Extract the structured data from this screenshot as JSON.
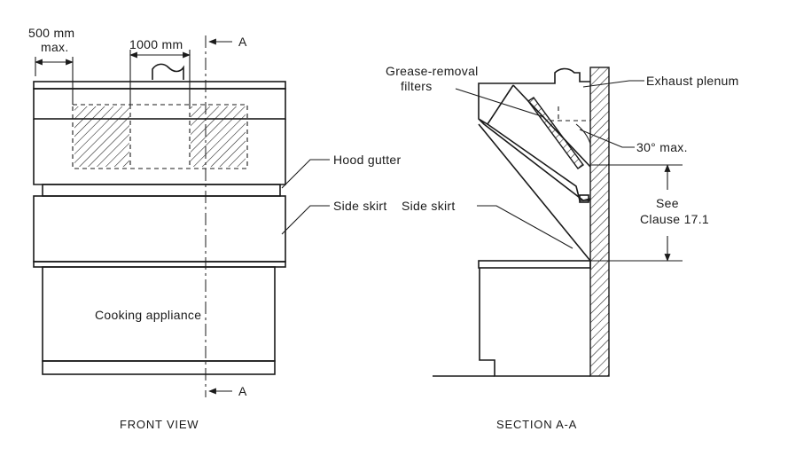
{
  "front_view": {
    "caption": "FRONT VIEW",
    "dim_500": "500 mm",
    "dim_500_max": "max.",
    "dim_1000": "1000 mm",
    "section_marker": "A",
    "hood_gutter": "Hood gutter",
    "side_skirt": "Side skirt",
    "appliance": "Cooking appliance"
  },
  "section_view": {
    "caption": "SECTION A-A",
    "grease_filters_line1": "Grease-removal",
    "grease_filters_line2": "filters",
    "exhaust_plenum": "Exhaust plenum",
    "angle": "30° max.",
    "side_skirt": "Side skirt",
    "see": "See",
    "clause": "Clause 17.1"
  }
}
